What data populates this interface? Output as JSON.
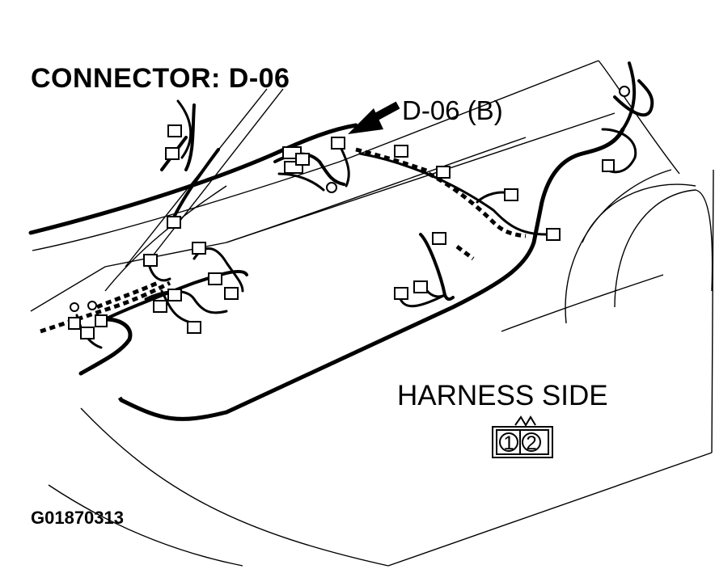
{
  "title": "CONNECTOR: D-06",
  "callout_label": "D-06 (B)",
  "harness_label": "HARNESS SIDE",
  "connector_pins": [
    "1",
    "2"
  ],
  "figure_id": "G01870313"
}
